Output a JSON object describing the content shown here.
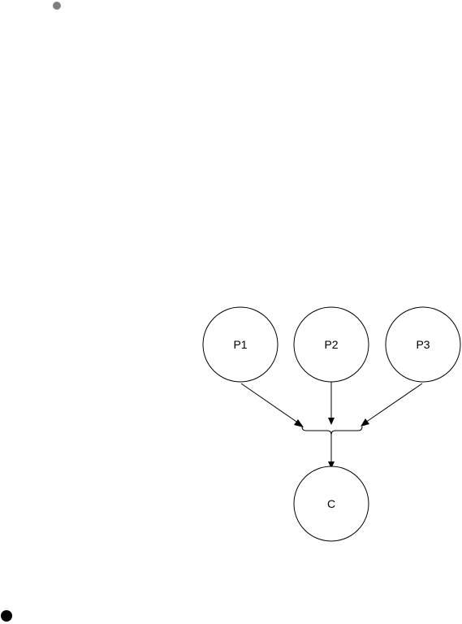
{
  "diagram": {
    "nodes": [
      {
        "id": "p1",
        "label": "P1"
      },
      {
        "id": "p2",
        "label": "P2"
      },
      {
        "id": "p3",
        "label": "P3"
      },
      {
        "id": "c",
        "label": "C"
      }
    ],
    "edges": [
      {
        "from": "p1",
        "to": "join"
      },
      {
        "from": "p2",
        "to": "join"
      },
      {
        "from": "p3",
        "to": "join"
      },
      {
        "from": "join",
        "to": "c"
      }
    ]
  },
  "colors": {
    "stroke": "#000000",
    "background": "#ffffff",
    "small_dot": "#7f7f7f",
    "large_dot": "#000000"
  }
}
